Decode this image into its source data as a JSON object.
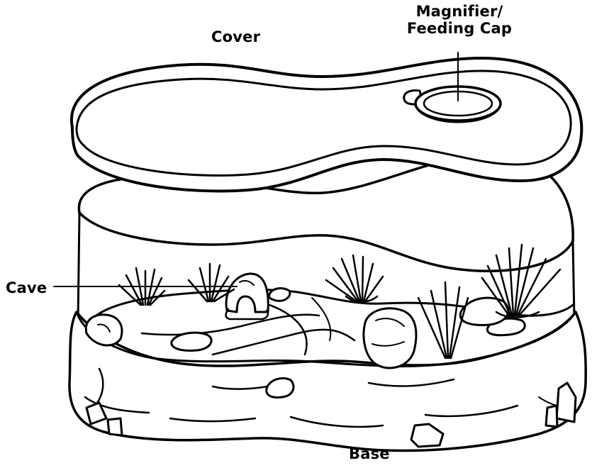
{
  "labels": {
    "cover": "Cover",
    "magnifier_line1": "Magnifier/",
    "magnifier_line2": "Feeding Cap",
    "cave": "Cave",
    "base": "Base"
  },
  "colors": {
    "ink": "#000000",
    "background": "#ffffff"
  }
}
